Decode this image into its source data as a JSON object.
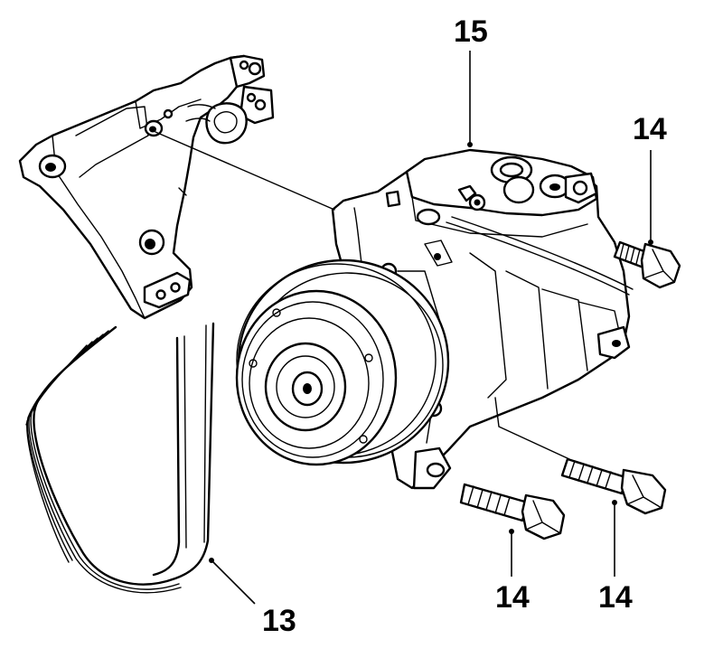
{
  "callouts": {
    "compressor": "15",
    "bolt_upper": "14",
    "bolt_lower_left": "14",
    "bolt_lower_right": "14",
    "belt": "13"
  },
  "colors": {
    "ink": "#000000",
    "paper": "#ffffff"
  }
}
